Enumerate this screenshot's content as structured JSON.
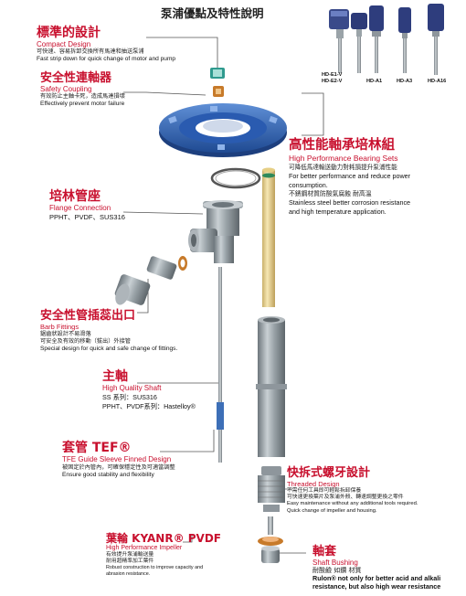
{
  "header": {
    "title": "泵浦優點及特性說明"
  },
  "models": [
    "HD-E1-V",
    "HD-E2-V",
    "HD-A1",
    "HD-A3",
    "HD-A16"
  ],
  "features": {
    "compact": {
      "zh": "標準的設計",
      "en": "Compact Design",
      "desc_zh": "可快速、容易拆卸交換所有馬達和抽送泵浦",
      "desc_en": "Fast strip down for quick change of motor and pump"
    },
    "coupling": {
      "zh": "安全性連軸器",
      "en": "Safety Coupling",
      "desc_zh": "有效防止主軸卡死，造成馬達損壞",
      "desc_en": "Effectively prevent motor failure"
    },
    "bearing": {
      "zh": "高性能軸承培林組",
      "en": "High Performance Bearing Sets",
      "desc_zh": "可降低馬達輸送動力對耗損提升泵浦性能",
      "desc_en1": "For better performance and reduce power",
      "desc_en2": "consumption.",
      "desc_zh2": "不銹鋼材質防酸氣腐蝕 耐高溫",
      "desc_en3": "Stainless steel better corrosion resistance",
      "desc_en4": "and high temperature application."
    },
    "flange": {
      "zh": "培林管座",
      "en": "Flange Connection",
      "materials": "PPHT、PVDF、SUS316"
    },
    "barb": {
      "zh": "安全性管插蕊出口",
      "en": "Barb Fittings",
      "desc_zh1": "鋸齒狀設計不易滑落",
      "desc_zh2": "可安全及有效的移動（拔出）外接管",
      "desc_en": "Special design for quick and safe change of fittings."
    },
    "shaft": {
      "zh": "主軸",
      "en": "High Quality Shaft",
      "line1": "SS 系列：SUS316",
      "line2": "PPHT、PVDF系列：Hastelloy®"
    },
    "tef": {
      "zh": "套管 TEF®",
      "en": "TFE Guide Sleeve Finned Design",
      "desc_zh": "被固定於內管內，可確保穩定性及可適當調整",
      "desc_en": "Ensure good stability and flexibility"
    },
    "threaded": {
      "zh": "快拆式螺牙設計",
      "en": "Threaded Design",
      "desc_zh1": "不需任何工具即可輕鬆拆卸保養",
      "desc_zh2": "可快速更換葉片及泵浦外殼、轉速調整更換之零件",
      "desc_en1": "Easy maintenance without any additional tools required.",
      "desc_en2": "Quick change of impeller and housing."
    },
    "impeller": {
      "zh": "葉輪 KYANR® PVDF",
      "en": "High Performance Impeller",
      "desc_zh1": "有效提升泵浦輸送量",
      "desc_zh2": "耐用超精準加工葉件",
      "desc_en1": "Robust construction to improve capacity and",
      "desc_en2": "abrasion resistance."
    },
    "bushing": {
      "zh": "軸套",
      "en": "Shaft Bushing",
      "desc_zh": "耐酸鹼 如鑽 材質",
      "desc_en1": "Rulon® not only for better acid and alkali",
      "desc_en2": "resistance, but also high wear resistance"
    }
  },
  "colors": {
    "accent_red": "#c8102e",
    "blue": "#2f5fa8",
    "gray": "#8e969c",
    "tan": "#e9d393",
    "green_tube": "#6fa46f"
  }
}
